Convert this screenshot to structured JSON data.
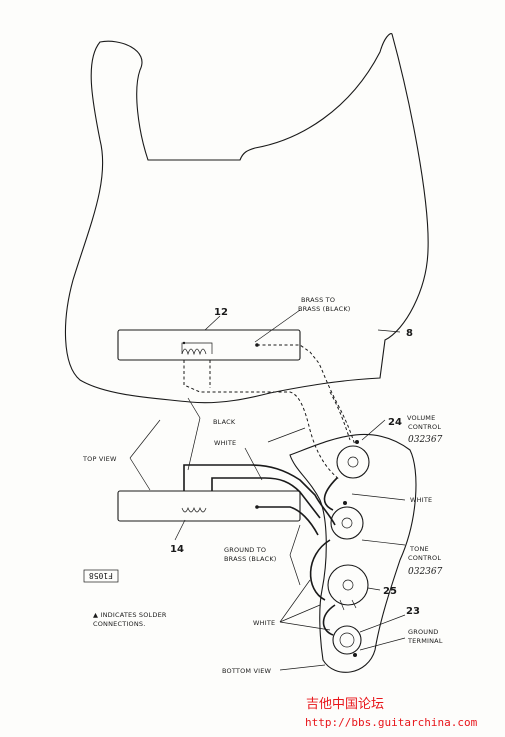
{
  "labels": {
    "pickup_top_number": "12",
    "pickup_bottom_number": "14",
    "brass_to_brass_line1": "BRASS TO",
    "brass_to_brass_line2": "BRASS (BLACK)",
    "pickguard_number": "8",
    "black": "BLACK",
    "white_left": "WHITE",
    "white_right": "WHITE",
    "top_view": "TOP VIEW",
    "volume_number": "24",
    "volume_line1": "VOLUME",
    "volume_line2": "CONTROL",
    "volume_code": "032367",
    "tone_line1": "TONE",
    "tone_line2": "CONTROL",
    "tone_code": "032367",
    "tone_number": "25",
    "ground_terminal_number": "23",
    "ground_line1": "GROUND",
    "ground_line2": "TERMINAL",
    "ground_to_brass_line1": "GROUND TO",
    "ground_to_brass_line2": "BRASS (BLACK)",
    "white_bottom": "WHITE",
    "bottom_view": "BOTTOM VIEW",
    "solder_note_line1": "▲ INDICATES SOLDER",
    "solder_note_line2": "CONNECTIONS.",
    "part_code": "F1058"
  },
  "watermark": {
    "site_name": "吉他中国论坛",
    "url": "http://bbs.guitarchina.com"
  },
  "colors": {
    "ink": "#1a1a1a",
    "paper": "#fdfdfb",
    "watermark": "#e8161b"
  }
}
